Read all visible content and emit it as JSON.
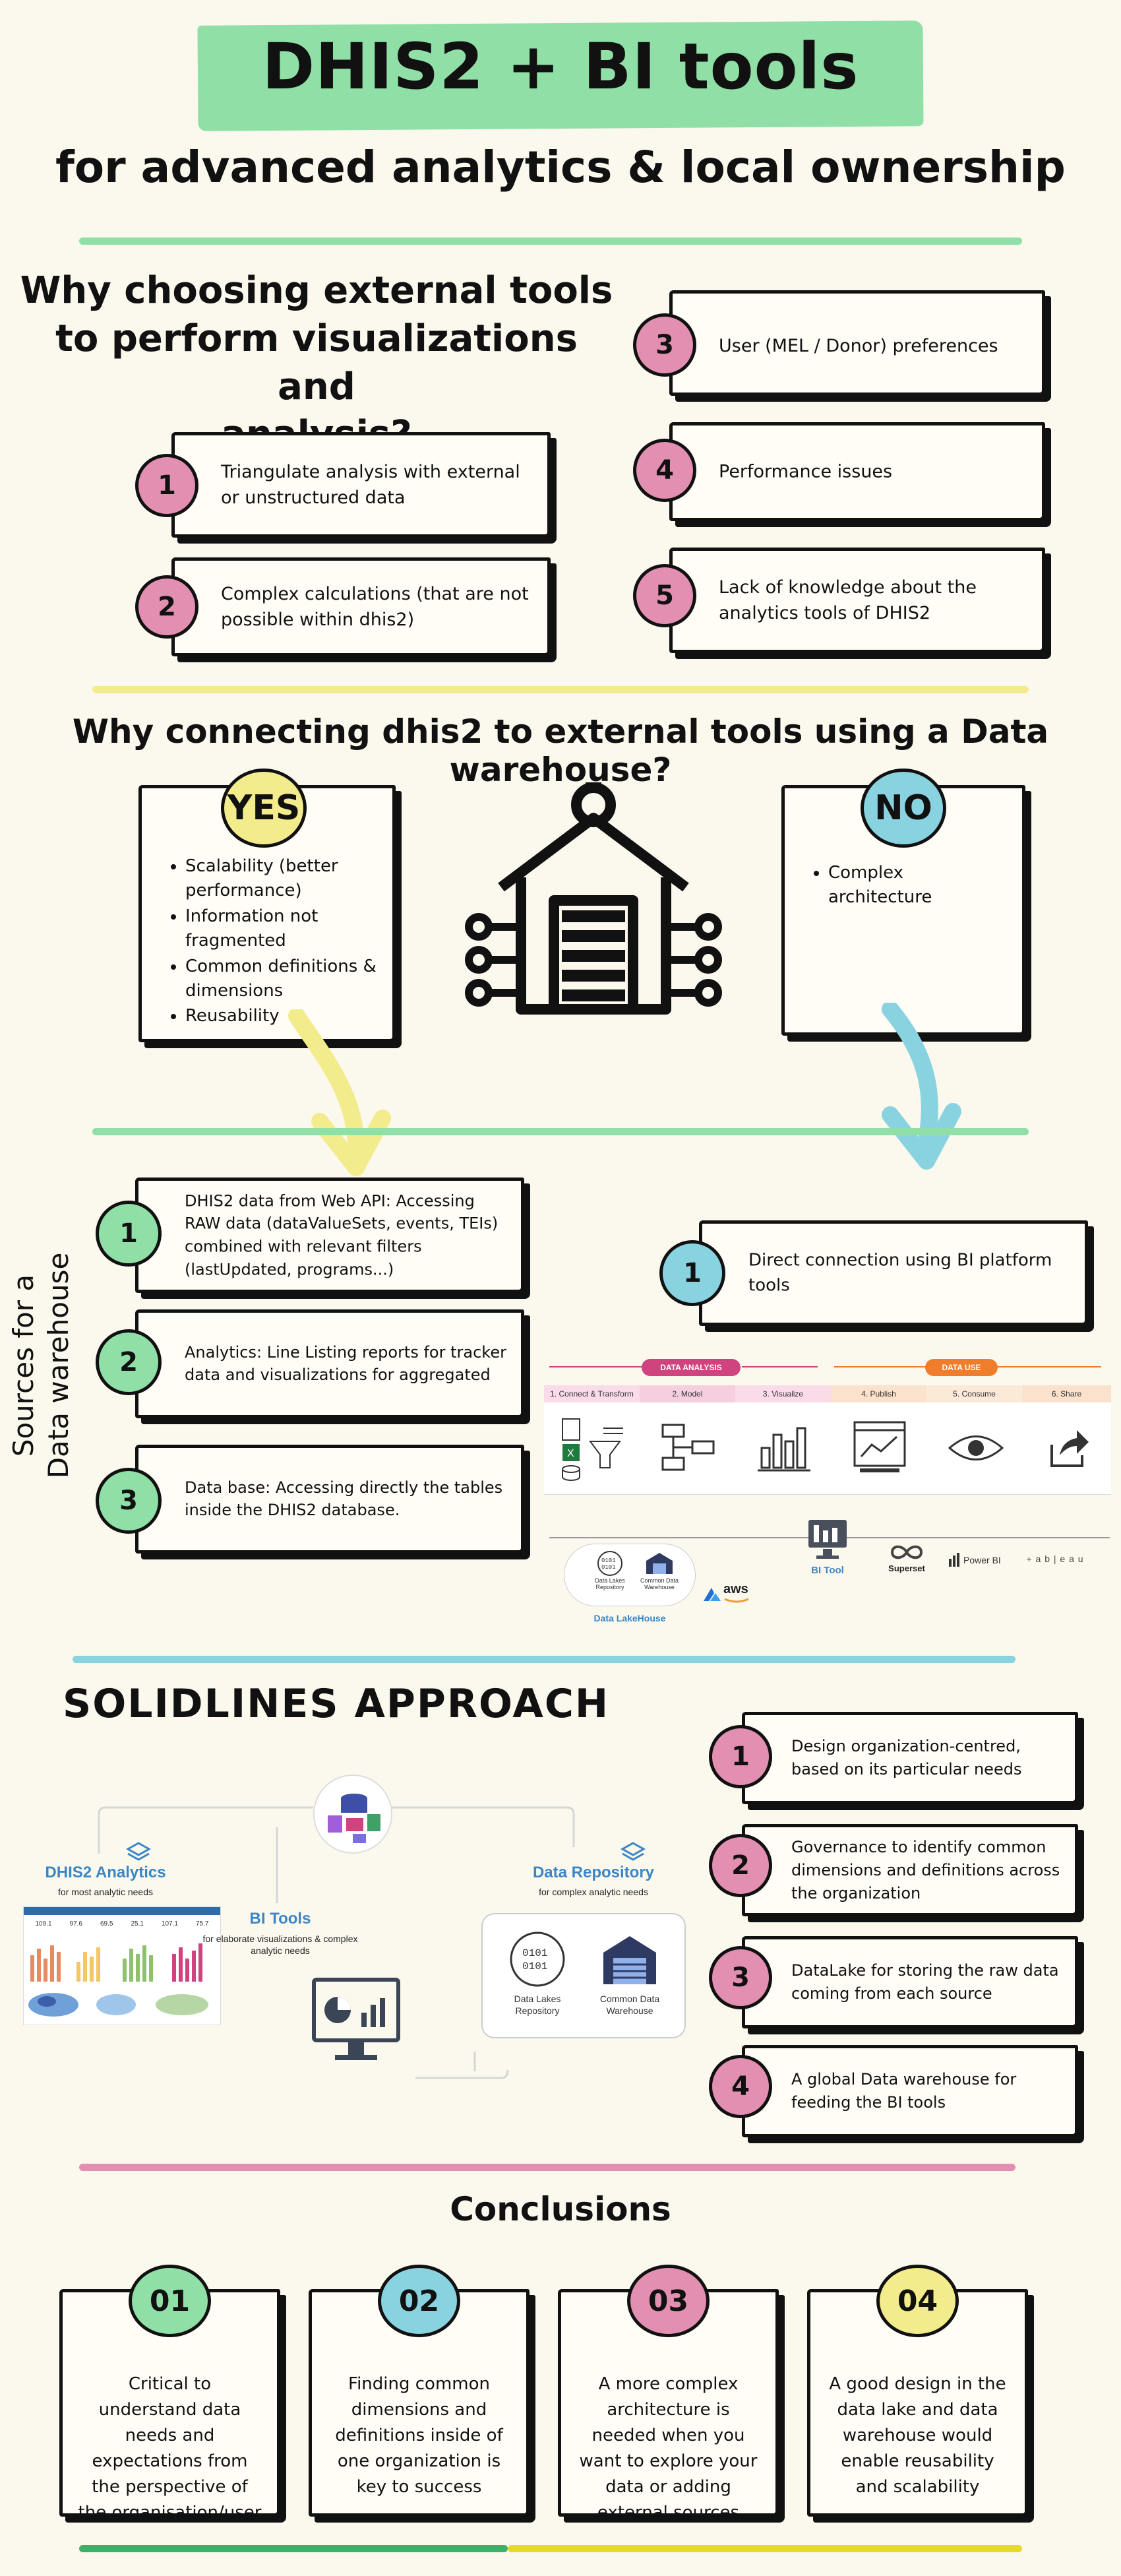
{
  "header": {
    "title": "DHIS2 + BI tools",
    "subtitle": "for advanced analytics & local ownership"
  },
  "why_external": {
    "heading_lines": [
      "Why choosing external tools",
      "to perform visualizations and",
      "analysis?"
    ],
    "items": [
      {
        "num": "1",
        "text": "Triangulate analysis with external or unstructured data"
      },
      {
        "num": "2",
        "text": "Complex calculations (that are not possible within dhis2)"
      },
      {
        "num": "3",
        "text": "User (MEL / Donor) preferences"
      },
      {
        "num": "4",
        "text": "Performance issues"
      },
      {
        "num": "5",
        "text": "Lack of knowledge about the analytics tools of DHIS2"
      }
    ]
  },
  "why_warehouse": {
    "heading": "Why connecting dhis2 to external tools using a Data warehouse?",
    "yes_label": "YES",
    "yes_items": [
      "Scalability (better performance)",
      "Information not fragmented",
      "Common definitions & dimensions",
      "Reusability"
    ],
    "no_label": "NO",
    "no_items": [
      "Complex architecture"
    ]
  },
  "sources": {
    "side_label_1": "Sources for a",
    "side_label_2": "Data warehouse",
    "items": [
      {
        "num": "1",
        "text": "DHIS2 data from Web API: Accessing RAW data (dataValueSets, events, TEIs) combined with relevant filters (lastUpdated, programs...)"
      },
      {
        "num": "2",
        "text": "Analytics: Line Listing reports for tracker data and visualizations for aggregated"
      },
      {
        "num": "3",
        "text": "Data base: Accessing directly the tables inside the DHIS2 database."
      }
    ],
    "direct": {
      "num": "1",
      "text": "Direct connection using BI platform tools"
    }
  },
  "pipeline": {
    "data_analysis": "DATA ANALYSIS",
    "data_use": "DATA USE",
    "steps": [
      "1. Connect & Transform",
      "2. Model",
      "3. Visualize",
      "4. Publish",
      "5. Consume",
      "6. Share"
    ],
    "bi_tool": "BI Tool",
    "lakehouse": "Data LakeHouse",
    "lake_repo": "Data Lakes Repository",
    "common_wh": "Common Data Warehouse",
    "aws": "aws",
    "superset": "Superset",
    "powerbi": "Power BI",
    "tableau": "+ a b | e a u"
  },
  "approach": {
    "heading": "SOLIDLINES APPROACH",
    "dhis2_analytics": "DHIS2 Analytics",
    "dhis2_analytics_sub": "for most analytic needs",
    "bi_tools": "BI Tools",
    "bi_tools_sub": "for elaborate visualizations & complex analytic needs",
    "data_repo": "Data Repository",
    "data_repo_sub": "for complex analytic needs",
    "lake_repo": "Data Lakes Repository",
    "common_wh": "Common Data Warehouse",
    "kpis": [
      "109.1",
      "97.6",
      "69.5",
      "25.1",
      "107.1",
      "75.7"
    ],
    "items": [
      {
        "num": "1",
        "text": "Design organization-centred, based on its particular needs"
      },
      {
        "num": "2",
        "text": "Governance to identify common dimensions and definitions across the organization"
      },
      {
        "num": "3",
        "text": "DataLake for storing the raw data coming from each source"
      },
      {
        "num": "4",
        "text": "A global Data warehouse for feeding the BI tools"
      }
    ]
  },
  "conclusions": {
    "heading": "Conclusions",
    "items": [
      {
        "num": "01",
        "text": "Critical to understand data needs and expectations from the perspective of the organisation/user"
      },
      {
        "num": "02",
        "text": "Finding common dimensions and definitions inside of one organization is key to success"
      },
      {
        "num": "03",
        "text": "A more complex architecture is needed when you want to explore your data or adding external sources"
      },
      {
        "num": "04",
        "text": "A good design in the data lake and data warehouse would enable reusability and scalability"
      }
    ]
  },
  "colors": {
    "green": "#8fdfa7",
    "pink": "#e38fb2",
    "blue": "#89d3e1",
    "yellow": "#f3ec8d",
    "magenta_pill": "#d1437f",
    "orange_pill": "#ef7d2c"
  }
}
